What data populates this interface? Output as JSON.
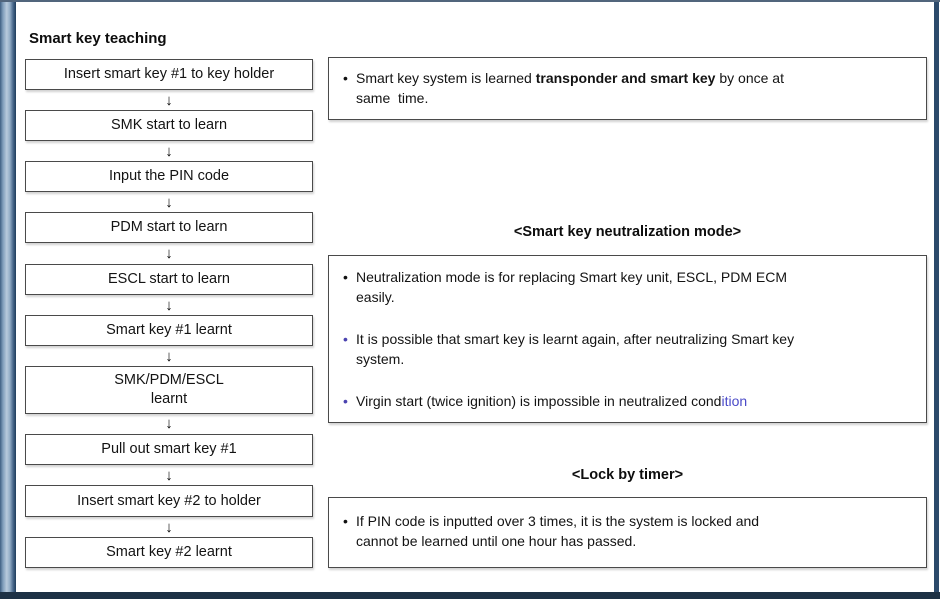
{
  "title": "Smart key teaching",
  "colors": {
    "frame_blue_light": "#b8cadc",
    "frame_blue_mid": "#7e9cba",
    "frame_navy": "#1f3c5c",
    "box_border": "#4a4a4a",
    "text": "#131313",
    "bullet_blue": "#4b43b0",
    "suffix_blue": "#4a4ac8"
  },
  "icons": {
    "down_arrow": "↓",
    "bullet": "•"
  },
  "flow": {
    "steps": [
      "Insert smart key #1 to key holder",
      "SMK start to learn",
      "Input the PIN code",
      "PDM start to learn",
      "ESCL start to learn",
      "Smart key #1 learnt",
      "SMK/PDM/ESCL\nlearnt",
      "Pull out smart key #1",
      "Insert smart key #2 to holder",
      "Smart key #2 learnt"
    ]
  },
  "notes": {
    "learned": {
      "prefix": "Smart key system is learned ",
      "bold": "transponder and smart key",
      "suffix": " by once at\nsame  time."
    },
    "neutralization": {
      "heading": "<Smart key neutralization mode>",
      "bullets": [
        {
          "text": "Neutralization mode is for replacing Smart key unit, ESCL, PDM ECM\neasily."
        },
        {
          "text": "It is possible that smart key is learnt again, after neutralizing Smart key\nsystem."
        },
        {
          "text": "Virgin start (twice ignition) is impossible in neutralized cond",
          "suffix_colored": "ition"
        }
      ]
    },
    "lock": {
      "heading": "<Lock by timer>",
      "text": "If PIN code is inputted over 3 times, it is the system is locked and\ncannot be learned until one hour has passed."
    }
  }
}
